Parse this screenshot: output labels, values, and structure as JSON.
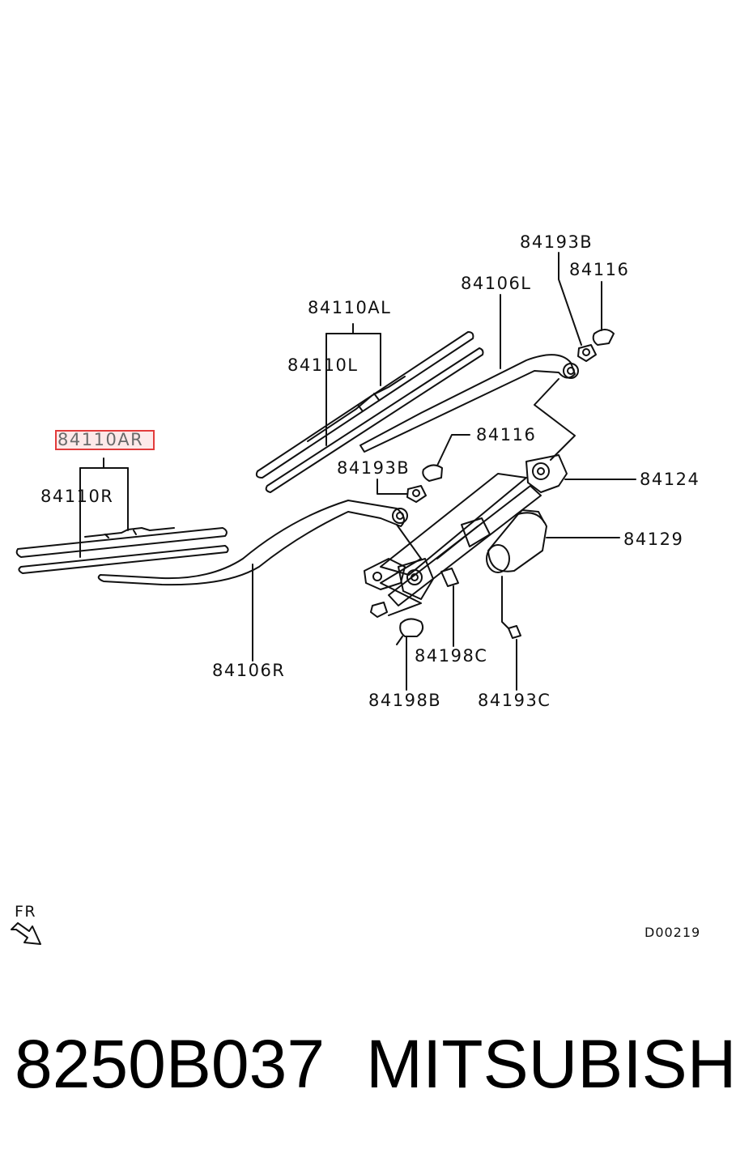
{
  "labels": {
    "p84193B_top": "84193B",
    "p84116_top": "84116",
    "p84106L": "84106L",
    "p84110AL": "84110AL",
    "p84110L": "84110L",
    "p84110AR": "84110AR",
    "p84110R": "84110R",
    "p84116_mid": "84116",
    "p84193B_mid": "84193B",
    "p84124": "84124",
    "p84129": "84129",
    "p84106R": "84106R",
    "p84198C": "84198C",
    "p84198B": "84198B",
    "p84193C": "84193C"
  },
  "front_indicator": "FR",
  "diagram_code": "D00219",
  "footer": {
    "part_number": "8250B037",
    "brand": "MITSUBISHI"
  },
  "highlight_color": "#e23b3b",
  "icons": [
    "arrow-icon"
  ]
}
